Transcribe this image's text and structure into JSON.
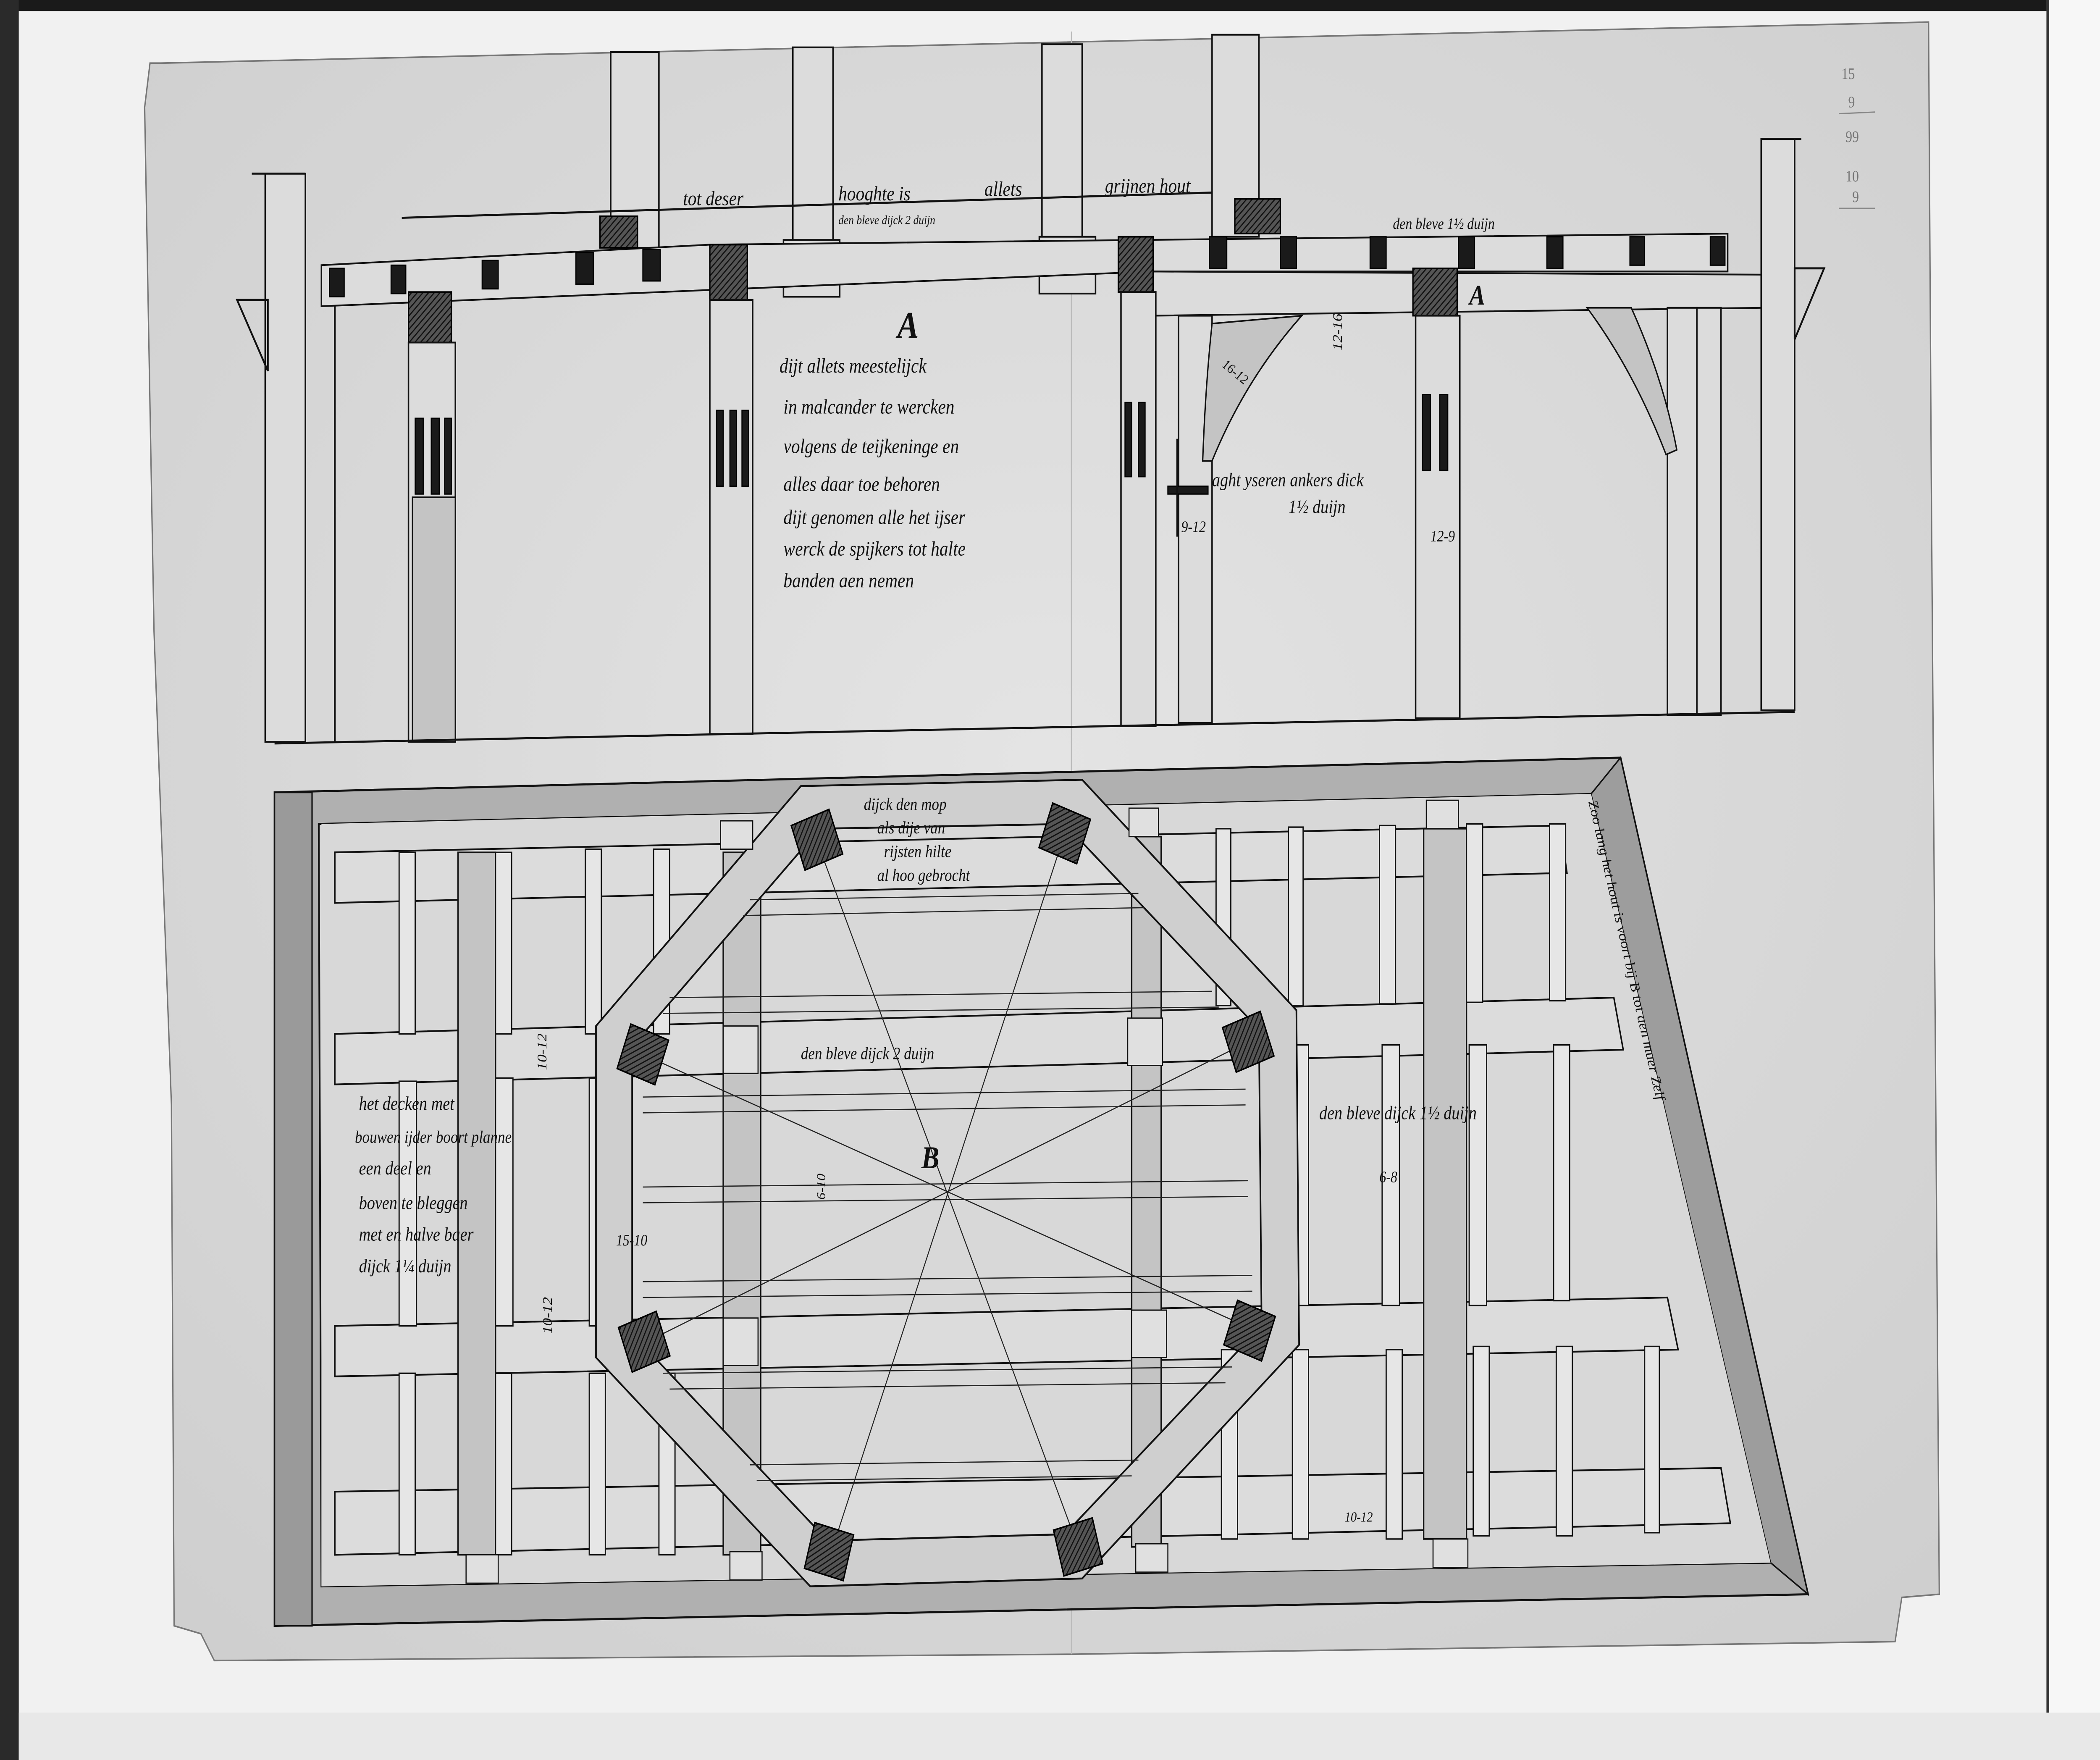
{
  "drawing": {
    "labels": {
      "a_center": "A",
      "a_right": "A",
      "b_center": "B"
    },
    "elevation_notes": {
      "top_line": [
        "tot deser",
        "hooghte is",
        "allets",
        "grijnen hout"
      ],
      "beam_left": "den bleve dijck 2 duijn",
      "beam_right": "den bleve 1½ duijn",
      "paragraph": [
        "dijt allets meestelijck",
        "in malcander te wercken",
        "volgens de teijkeninge en",
        "alles daar toe behoren",
        "dijt genomen alle het ijser",
        "werck de spijkers tot halte",
        "banden aen nemen"
      ],
      "anchor_line1": "aght yseren ankers dick",
      "anchor_line2": "1½ duijn",
      "dims": {
        "vertical": "12-16",
        "brace": "16-12",
        "post_left": "9-12",
        "post_right": "12-9"
      }
    },
    "plan_notes": {
      "octagon_top": [
        "dijck den mop",
        "als dije van",
        "rijsten hilte",
        "al hoo gebrocht"
      ],
      "center_left": "den bleve dijck 2 duijn",
      "right_field": "den bleve dijck 1½ duijn",
      "left_box": [
        "het decken met",
        "bouwen ijder boort planne",
        "een deel en",
        "boven te bleggen",
        "met en halve baer",
        "dijck 1¼ duijn"
      ],
      "diagonal": "Zoo lang het hout is voort bij B tot aen muer Zelf",
      "dims": {
        "d1": "10-12",
        "d2": "15-10",
        "d3": "10-12",
        "d4": "6-10",
        "d5": "6-8",
        "d6": "10-12"
      }
    },
    "pencil_marks": [
      "15",
      "9",
      "99",
      "10",
      "9"
    ]
  }
}
